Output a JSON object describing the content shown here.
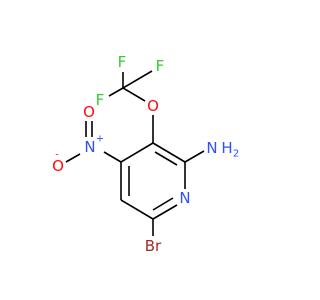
{
  "structure": {
    "colors": {
      "bond": "#000000",
      "fluorine": "#33cc33",
      "oxygen": "#ff0d0d",
      "nitrogen": "#3050f8",
      "bromine": "#a62929",
      "carbon": "#000000"
    },
    "labels": {
      "f_top": "F",
      "f_left": "F",
      "f_right": "F",
      "o_ether": "O",
      "o_nitro": "O",
      "o_minus_sign": "-",
      "n_nitro": "N",
      "n_plus_sign": "+",
      "n_ring": "N",
      "n_amine": "N",
      "h_amine": "H",
      "h_amine_count": "2",
      "br": "Br"
    }
  }
}
